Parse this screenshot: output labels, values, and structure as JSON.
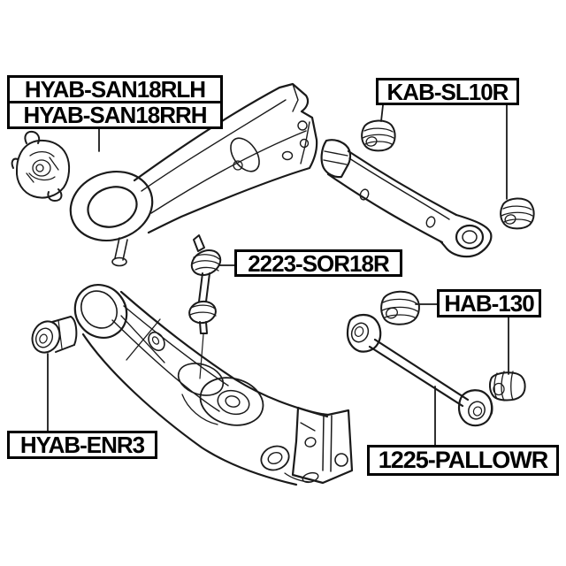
{
  "diagram": {
    "type": "exploded-suspension-parts-diagram",
    "background_color": "#ffffff",
    "line_color": "#1a1a1a",
    "part_labels": {
      "trailing_arm_bushing": {
        "line1": "HYAB-SAN18RLH",
        "line2": "HYAB-SAN18RRH"
      },
      "lateral_control_arm": "KAB-SL10R",
      "stabilizer_link": "2223-SOR18R",
      "arm_bushing": "HAB-130",
      "lower_arm_bushing": "HYAB-ENR3",
      "rear_track_rod": "1225-PALLOWR"
    }
  }
}
